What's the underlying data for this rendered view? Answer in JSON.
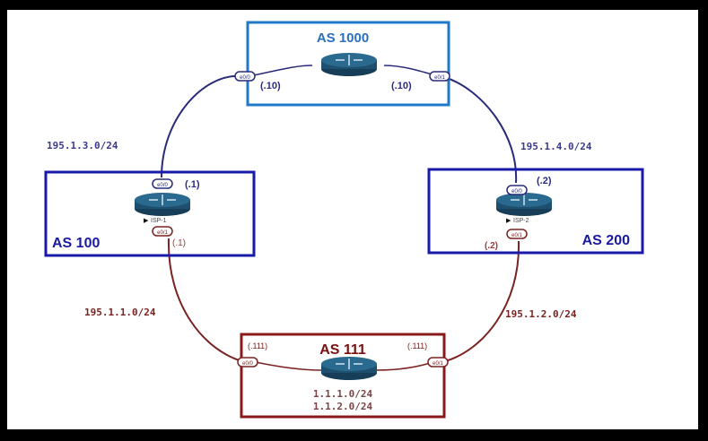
{
  "colors": {
    "blue_link": "#2a2a7a",
    "red_link": "#7a2222",
    "as1000_border": "#1f78c8",
    "as_border_blue": "#1a1aa8",
    "as111_border": "#8a1a1a",
    "as_title_blue": "#2a6fc0",
    "as_label_blue": "#1a1aa0",
    "as111_title": "#7a1010",
    "router": "#1e4f6e"
  },
  "autonomous_systems": {
    "as1000": {
      "title": "AS 1000",
      "ip_left": "(.10)",
      "ip_right": "(.10)",
      "if_left": "e0/0",
      "if_right": "e0/1"
    },
    "as100": {
      "title": "AS 100",
      "router_name": "ISP-1",
      "ip_top": "(.1)",
      "ip_bottom": "(.1)",
      "if_top": "e0/0",
      "if_bottom": "e0/1"
    },
    "as200": {
      "title": "AS 200",
      "router_name": "ISP-2",
      "ip_top": "(.2)",
      "ip_bottom": "(.2)",
      "if_top": "e0/0",
      "if_bottom": "e0/1"
    },
    "as111": {
      "title": "AS 111",
      "ip_left": "(.111)",
      "ip_right": "(.111)",
      "if_left": "e0/0",
      "if_right": "e0/1",
      "networks": [
        "1.1.1.0/24",
        "1.1.2.0/24"
      ]
    }
  },
  "links": {
    "as100_as1000": "195.1.3.0/24",
    "as1000_as200": "195.1.4.0/24",
    "as100_as111": "195.1.1.0/24",
    "as111_as200": "195.1.2.0/24"
  }
}
